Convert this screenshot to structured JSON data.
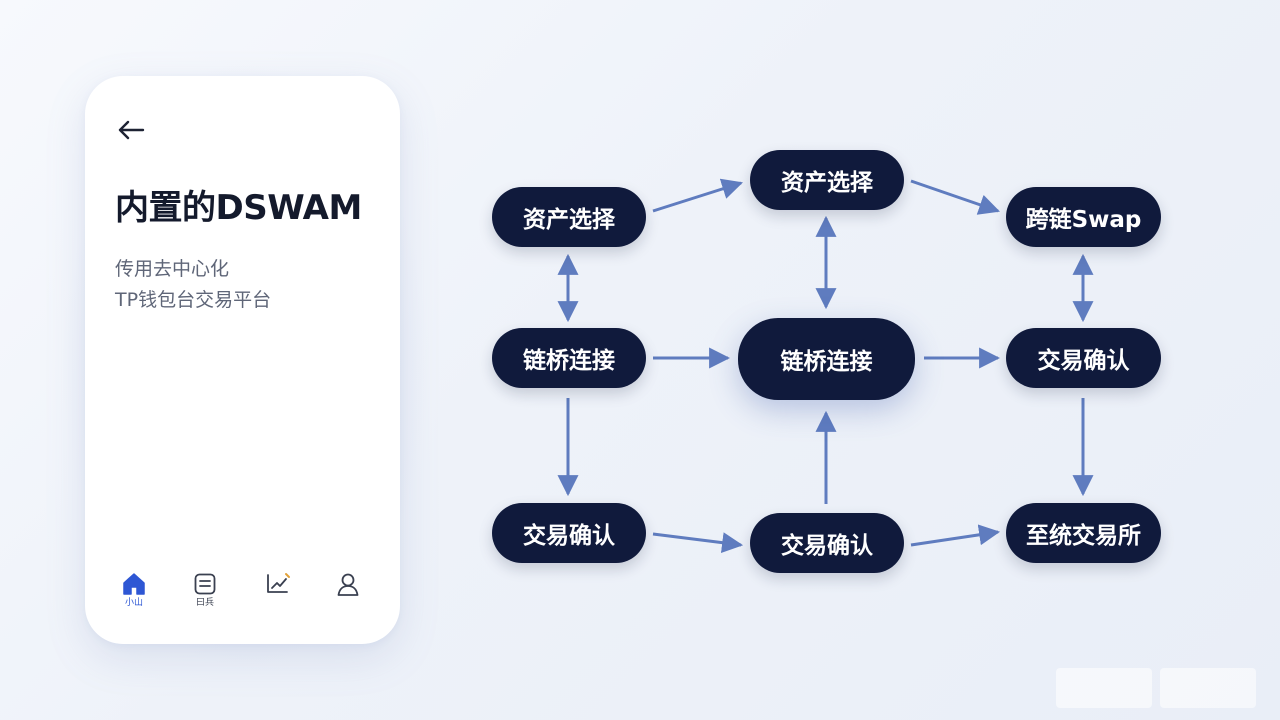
{
  "phone": {
    "title": "内置的DSWAM",
    "subtitle_line1": "传用去中心化",
    "subtitle_line2": "TP钱包台交易平台",
    "nav": {
      "home_label": "小山",
      "list_label": "曰兵",
      "chart_label": "",
      "user_label": ""
    }
  },
  "diagram": {
    "nodes": {
      "top_left": "资产选择",
      "top_mid": "资产选择",
      "top_right": "跨链Swap",
      "mid_left": "链桥连接",
      "center": "链桥连接",
      "mid_right": "交易确认",
      "bot_left": "交易确认",
      "bot_mid": "交易确认",
      "bot_right": "至统交易所"
    }
  },
  "colors": {
    "node_fill": "#101a3c",
    "arrow": "#5f7cbf",
    "accent": "#2e57d4"
  },
  "icons": [
    "back-arrow-icon",
    "home-icon",
    "list-icon",
    "chart-pen-icon",
    "user-icon"
  ]
}
